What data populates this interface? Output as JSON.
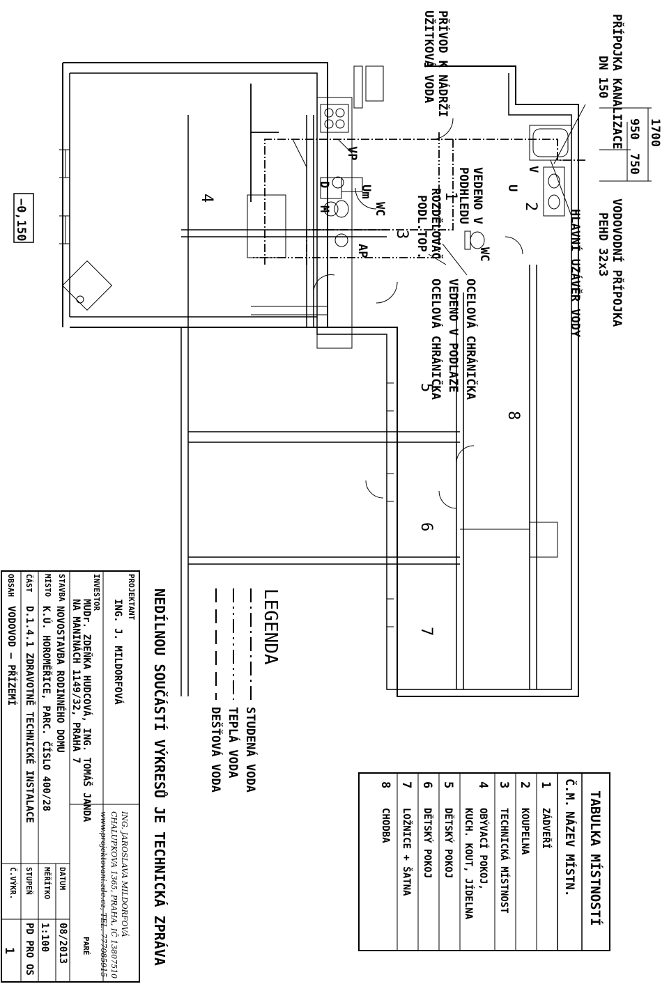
{
  "plan": {
    "rooms": [
      "1",
      "2",
      "3",
      "4",
      "5",
      "6",
      "7",
      "8"
    ],
    "fixtures": {
      "u": "U",
      "v": "V",
      "wc2": "WC",
      "wc3": "WC",
      "um": "Um",
      "vp": "VP",
      "ap": "AP",
      "d": "D",
      "m": "M"
    },
    "level": "−0,150",
    "dims": {
      "total": "1700",
      "a": "950",
      "b": "750"
    }
  },
  "notes": {
    "privod_1": "PŘÍVOD K NÁDRŽI",
    "privod_2": "UŽITKOVÁ VODA",
    "kanal_1": "PŘÍPOJKA KANALIZACE",
    "kanal_2": "DN 150",
    "vodovod_1": "VODOVODNÍ PŘÍPOJKA",
    "vodovod_2": "PEHD 32x3",
    "uzaver": "HLAVNÍ UZÁVĚR VODY",
    "podhled_1": "VEDENO V",
    "podhled_2": "PODHLEDU",
    "chranicka1": "OCELOVÁ CHRÁNIČKA",
    "rozdelovac_1": "ROZDĚLOVAČ",
    "rozdelovac_2": "PODL.TOP.",
    "podlaze": "VEDENO V PODLAZE",
    "chranicka2": "OCELOVÁ CHRÁNIČKA"
  },
  "legend": {
    "title": "LEGENDA",
    "items": [
      "STUDENÁ VODA",
      "TEPLÁ VODA",
      "DEŠŤOVÁ VODA"
    ]
  },
  "rooms_table": {
    "title": "TABULKA MÍSTNOSTÍ",
    "col_no": "Č.M.",
    "col_name": "NÁZEV MÍSTN.",
    "rows": [
      {
        "no": "1",
        "name": "ZÁDVEŘÍ"
      },
      {
        "no": "2",
        "name": "KOUPELNA"
      },
      {
        "no": "3",
        "name": "TECHNICKÁ MÍSTNOST"
      },
      {
        "no": "4",
        "name": "OBÝVACÍ POKOJ,",
        "name2": "KUCH. KOUT, JÍDELNA"
      },
      {
        "no": "5",
        "name": "DĚTSKÝ POKOJ"
      },
      {
        "no": "6",
        "name": "DĚTSKÝ POKOJ"
      },
      {
        "no": "7",
        "name": "LOŽNICE + ŠATNA"
      },
      {
        "no": "8",
        "name": "CHODBA"
      }
    ]
  },
  "note_main": "NEDÍLNOU SOUČÁSTÍ VÝKRESŮ JE TECHNICKÁ ZPRÁVA",
  "titleblock": {
    "projektant_label": "PROJEKTANT",
    "projektant": "ING. J. MILDORFOVÁ",
    "investor_label": "INVESTOR",
    "investor_1": "MUDr. ZDEŇKA HUDCOVÁ, ING. TOMÁŠ JANDA",
    "investor_2": "NA MANINÁCH 1149/32, PRAHA 7",
    "stavba_label": "STAVBA",
    "stavba": "NOVOSTAVBA RODINNÉHO DOMU",
    "misto_label": "MÍSTO",
    "misto": "K.Ú. HOROMĚŘICE, PARC. ČÍSLO 400/28",
    "cast_label": "ČÁST",
    "cast": "D.1.4.1 ZDRAVOTNĚ TECHNICKÉ INSTALACE",
    "obsah_label": "OBSAH",
    "obsah": "VODOVOD – PŘÍZEMÍ",
    "office_1": "ING. JAROSLAVA MILDORFOVÁ",
    "office_2": "CHALUPKOVA 1365, PRAHA, IČ 13807510",
    "office_3": "www.projektovani.zde.cz,  TEL. 777085915",
    "pare_label": "PARÉ",
    "datum_label": "DATUM",
    "datum": "08/2013",
    "meritko_label": "MĚŘÍTKO",
    "meritko": "1:100",
    "stupen_label": "STUPEŇ",
    "stupen": "PD PRO OS",
    "cvykr_label": "Č.VÝKR.",
    "cvykr": "1"
  }
}
